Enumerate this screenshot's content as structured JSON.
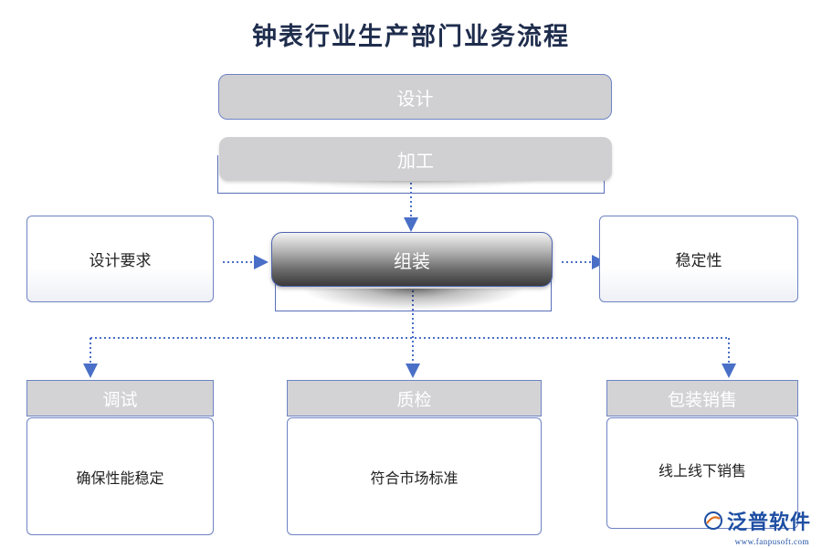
{
  "title": "钟表行业生产部门业务流程",
  "nodes": {
    "design": "设计",
    "processing": "加工",
    "assembly": "组装",
    "design_requirements": "设计要求",
    "stability": "稳定性",
    "debugging": {
      "label": "调试",
      "description": "确保性能稳定"
    },
    "quality_check": {
      "label": "质检",
      "description": "符合市场标准"
    },
    "packaging_sales": {
      "label": "包装销售",
      "description": "线上线下销售"
    }
  },
  "logo": {
    "name": "泛普软件",
    "url": "www.fanpusoft.com"
  },
  "colors": {
    "connector": "#4a6fc7",
    "border": "#6d83c4",
    "title": "#1f2d4d"
  }
}
